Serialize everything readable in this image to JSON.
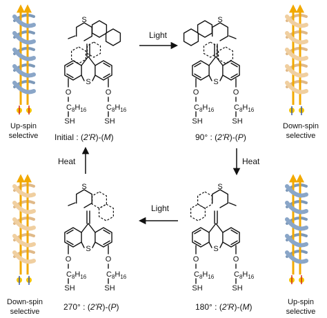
{
  "colors": {
    "up_spin_text": "#3b6fb6",
    "down_spin_text": "#d32f2f",
    "blue_helix": "#8aa6c8",
    "tan_helix": "#f0cfa0",
    "arrow_orange": "#f2a900",
    "electron_yellow": "#f4c400",
    "spin_red": "#d01818",
    "spin_blue": "#2a4fb0"
  },
  "helix_icons": [
    {
      "tone": "blue",
      "label": "up-spin-helix"
    },
    {
      "tone": "tan",
      "label": "down-spin-helix"
    },
    {
      "tone": "tan",
      "label": "down-spin-helix"
    },
    {
      "tone": "blue",
      "label": "up-spin-helix"
    }
  ],
  "labels": {
    "selectivity": [
      {
        "line1": "Up-spin",
        "line2": "selective"
      },
      {
        "line1": "Down-spin",
        "line2": "selective"
      },
      {
        "line1": "Down-spin",
        "line2": "selective"
      },
      {
        "line1": "Up-spin",
        "line2": "selective"
      }
    ],
    "arrows": {
      "light_top": "Light",
      "heat_right": "Heat",
      "light_bottom": "Light",
      "heat_left": "Heat"
    }
  },
  "molecules": [
    {
      "state_label": "Initial",
      "angle": "",
      "config_r": "2'R",
      "config_helix": "M"
    },
    {
      "state_label": "",
      "angle": "90°",
      "config_r": "2'R",
      "config_helix": "P"
    },
    {
      "state_label": "",
      "angle": "270°",
      "config_r": "2'R",
      "config_helix": "P"
    },
    {
      "state_label": "",
      "angle": "180°",
      "config_r": "2'R",
      "config_helix": "M"
    }
  ],
  "atoms": {
    "sulfur": "S",
    "oxygen": "O",
    "carbon": "C",
    "chain_sub1": "8",
    "hydrogen": "H",
    "chain_sub2": "16",
    "thiol": "SH"
  }
}
